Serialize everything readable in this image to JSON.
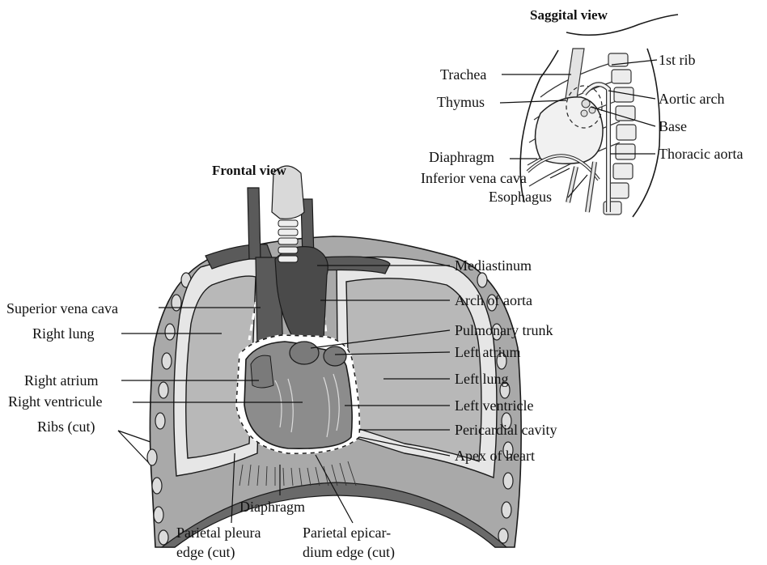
{
  "titles": {
    "sagittal": "Saggital view",
    "frontal": "Frontal view"
  },
  "sagittal_labels": {
    "trachea": "Trachea",
    "thymus": "Thymus",
    "diaphragm": "Diaphragm",
    "inferior_vena_cava": "Inferior vena cava",
    "esophagus": "Esophagus",
    "first_rib": "1st rib",
    "aortic_arch": "Aortic arch",
    "base": "Base",
    "thoracic_aorta": "Thoracic aorta"
  },
  "frontal_labels": {
    "superior_vena_cava": "Superior vena cava",
    "right_lung": "Right lung",
    "right_atrium": "Right atrium",
    "right_ventricule": "Right ventricule",
    "ribs_cut": "Ribs (cut)",
    "diaphragm": "Diaphragm",
    "parietal_pleura_line1": "Parietal pleura",
    "parietal_pleura_line2": "edge (cut)",
    "parietal_epicardium_line1": "Parietal epicar-",
    "parietal_epicardium_line2": "dium edge (cut)",
    "mediastinum": "Mediastinum",
    "arch_of_aorta": "Arch of aorta",
    "pulmonary_trunk": "Pulmonary trunk",
    "left_atrium": "Left atrium",
    "left_lung": "Left lung",
    "left_ventricle": "Left ventricle",
    "pericardial_cavity": "Pericardial cavity",
    "apex_of_heart": "Apex of heart"
  },
  "colors": {
    "thorax_wall": "#a9a9a9",
    "lung": "#b8b8b8",
    "pleura": "#e6e6e6",
    "heart": "#8c8c8c",
    "vessels": "#5a5a5a",
    "airway": "#d9d9d9"
  }
}
